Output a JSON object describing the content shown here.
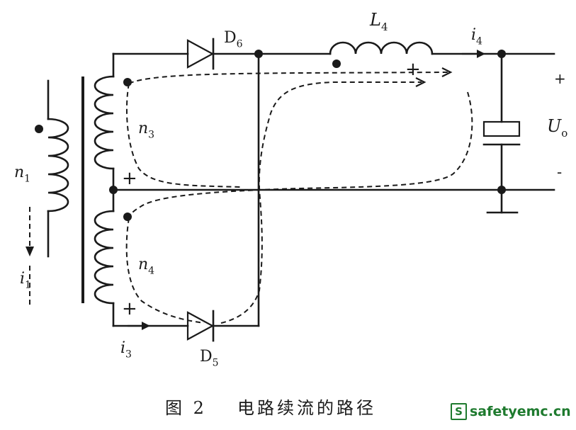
{
  "figure": {
    "caption_number": "图 2",
    "caption_title": "电路续流的路径"
  },
  "labels": {
    "n1": "n1",
    "n3": "n3",
    "n4": "n4",
    "i1": "i1",
    "i3": "i3",
    "i4": "i4",
    "L4": "L4",
    "D6": "D6",
    "D5": "D5",
    "Uo": "Uo",
    "plus": "+",
    "minus": "-"
  },
  "watermark": {
    "logo_letter": "S",
    "text": "safetyemc.cn",
    "color": "#1e7a2e"
  }
}
